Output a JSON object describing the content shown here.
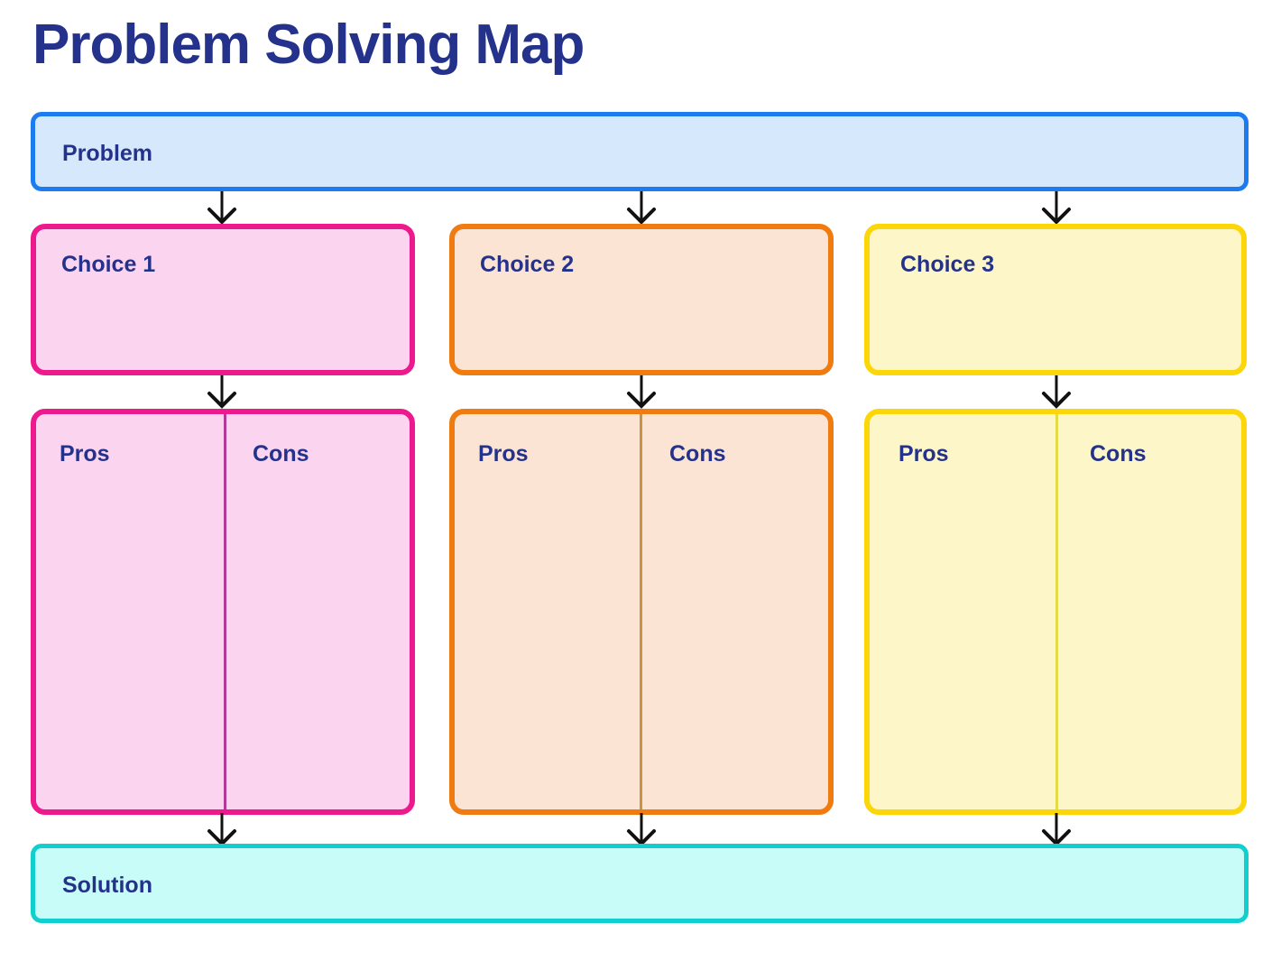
{
  "page": {
    "title": "Problem Solving Map",
    "background_color": "#ffffff",
    "text_color": "#24328c"
  },
  "problem": {
    "label": "Problem",
    "fill_color": "#d6e8fb",
    "border_color": "#1a7cee"
  },
  "solution": {
    "label": "Solution",
    "fill_color": "#c8fcf8",
    "border_color": "#12cfcf"
  },
  "columns": [
    {
      "choice_label": "Choice 1",
      "pros_label": "Pros",
      "cons_label": "Cons",
      "fill_color": "#fbd5ef",
      "border_color": "#ec1a8d",
      "divider_color": "#b23a96"
    },
    {
      "choice_label": "Choice 2",
      "pros_label": "Pros",
      "cons_label": "Cons",
      "fill_color": "#fce4d4",
      "border_color": "#f07b11",
      "divider_color": "#c79440"
    },
    {
      "choice_label": "Choice 3",
      "pros_label": "Pros",
      "cons_label": "Cons",
      "fill_color": "#fcf6c8",
      "border_color": "#fbd609",
      "divider_color": "#e4dc47"
    }
  ],
  "arrows": {
    "color": "#111111",
    "connections": [
      "problem-to-choice-1",
      "problem-to-choice-2",
      "problem-to-choice-3",
      "choice-1-to-proscons-1",
      "choice-2-to-proscons-2",
      "choice-3-to-proscons-3",
      "proscons-1-to-solution",
      "proscons-2-to-solution",
      "proscons-3-to-solution"
    ]
  }
}
